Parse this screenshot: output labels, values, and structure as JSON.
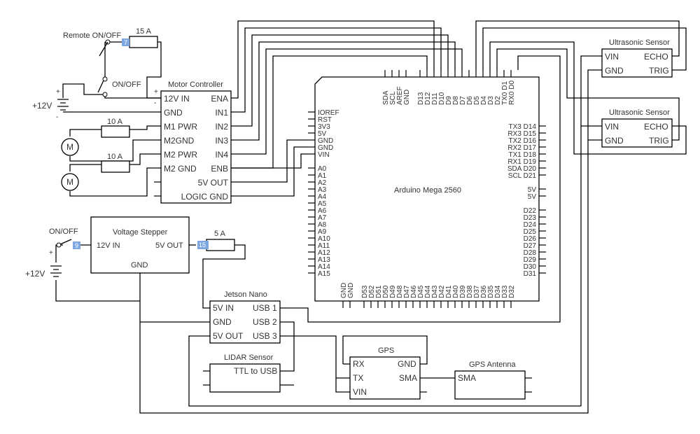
{
  "power_switch": {
    "remote_label": "Remote ON/OFF",
    "switch_label": "ON/OFF",
    "battery_label": "+12V",
    "plus": "+",
    "minus": "-",
    "fuse_15": "15 A",
    "badge_15": "7"
  },
  "motor_fuses": {
    "top": "10 A",
    "bottom": "10 A"
  },
  "motor_symbol": "M",
  "motor_controller": {
    "title": "Motor Controller",
    "left_pins": [
      "12V IN",
      "GND",
      "M1 PWR",
      "M2GND",
      "M2 PWR",
      "M2 GND"
    ],
    "right_pins": [
      "ENA",
      "IN1",
      "IN2",
      "IN3",
      "IN4",
      "ENB",
      "5V OUT",
      "LOGIC GND"
    ],
    "plus": "+",
    "minus": "-"
  },
  "arduino": {
    "title": "Arduino Mega 2560",
    "top_pins": [
      "SDA",
      "SCL",
      "AREF",
      "GND",
      "D13",
      "D12",
      "D11",
      "D10",
      "D9",
      "D8",
      "D7",
      "D6",
      "D5",
      "D4",
      "D3",
      "D2",
      "TX0 D1",
      "RX0 D0"
    ],
    "left_pins": [
      "IOREF",
      "RST",
      "3V3",
      "5V",
      "GND",
      "GND",
      "VIN",
      "A0",
      "A1",
      "A2",
      "A3",
      "A4",
      "A5",
      "A6",
      "A7",
      "A8",
      "A9",
      "A10",
      "A11",
      "A12",
      "A13",
      "A14",
      "A15"
    ],
    "right_pins_top": [
      "TX3 D14",
      "RX3 D15",
      "TX2 D16",
      "RX2 D17",
      "TX1 D18",
      "RX1 D19",
      "SDA D20",
      "SCL D21"
    ],
    "right_pins_5v": [
      "5V",
      "5V"
    ],
    "right_pins_bottom": [
      "D22",
      "D23",
      "D24",
      "D25",
      "D26",
      "D27",
      "D28",
      "D29",
      "D30",
      "D31"
    ],
    "bottom_pins": [
      "GND",
      "GND",
      "D53",
      "D52",
      "D51",
      "D50",
      "D49",
      "D48",
      "D47",
      "D46",
      "D45",
      "D44",
      "D43",
      "D42",
      "D41",
      "D40",
      "D39",
      "D38",
      "D37",
      "D36",
      "D35",
      "D34",
      "D33",
      "D32"
    ]
  },
  "ultrasonic_1": {
    "title": "Ultrasonic Sensor",
    "vin": "VIN",
    "echo": "ECHO",
    "gnd": "GND",
    "trig": "TRIG"
  },
  "ultrasonic_2": {
    "title": "Ultrasonic Sensor",
    "vin": "VIN",
    "echo": "ECHO",
    "gnd": "GND",
    "trig": "TRIG"
  },
  "stepper_supply": {
    "switch_label": "ON/OFF",
    "battery_label": "+12V",
    "plus": "+",
    "badge_left": "9",
    "badge_fuse": "15",
    "fuse_5": "5 A"
  },
  "voltage_stepper": {
    "title": "Voltage Stepper",
    "in": "12V IN",
    "out": "5V OUT",
    "gnd": "GND"
  },
  "jetson": {
    "title": "Jetson Nano",
    "left_pins": [
      "5V IN",
      "GND",
      "5V OUT"
    ],
    "right_pins": [
      "USB 1",
      "USB 2",
      "USB 3"
    ]
  },
  "lidar": {
    "title": "LIDAR Sensor",
    "pin": "TTL to USB"
  },
  "gps": {
    "title": "GPS",
    "rx": "RX",
    "gnd": "GND",
    "tx": "TX",
    "sma": "SMA",
    "vin": "VIN"
  },
  "gps_antenna": {
    "title": "GPS Antenna",
    "sma": "SMA"
  }
}
